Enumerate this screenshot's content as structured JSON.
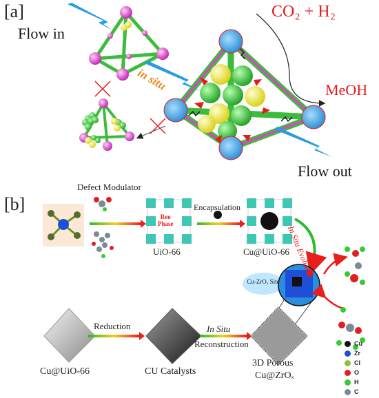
{
  "panel_a": {
    "label": "[a]",
    "flow_in": "Flow in",
    "in_situ": "in situ",
    "reactants": "CO₂ + H₂",
    "product": "MeOH",
    "flow_out": "Flow out"
  },
  "panel_b": {
    "label": "[b]",
    "defect_modulator": "Defect Modulator",
    "reo_phase": "Reo\nPhase",
    "uio66": "UiO-66",
    "encapsulation": "Encapsulation",
    "cu_uio66_top": "Cu@UiO-66",
    "in_situ_evolution": "In Situ Evolution",
    "site_label": "Cu-ZrOₓ Site",
    "reduction": "Reduction",
    "in_situ": "In Situ",
    "reconstruction": "Reconstruction",
    "cu_uio66_bottom": "Cu@UiO-66",
    "cu_catalysts": "CU Catalysts",
    "porous_line1": "3D Porous",
    "porous_line2": "Cu@ZrOₓ"
  },
  "legend": [
    {
      "label": "Cu",
      "color": "#111111"
    },
    {
      "label": "Zr",
      "color": "#1f4fd6"
    },
    {
      "label": "Cl",
      "color": "#8fbf3a"
    },
    {
      "label": "O",
      "color": "#e02020"
    },
    {
      "label": "H",
      "color": "#33cc33"
    },
    {
      "label": "C",
      "color": "#7a8a96"
    }
  ],
  "colors": {
    "red_text": "#e8191b",
    "orange_text": "#f08a1c",
    "flow_arrow": "#2a9ce0",
    "strut_green": "#3dbb3d",
    "node_magenta": "#e23fd0",
    "cluster_blue": "#2aa3e6",
    "sphere_green": "#3fcf3f",
    "sphere_yellow": "#f2ee3a"
  }
}
